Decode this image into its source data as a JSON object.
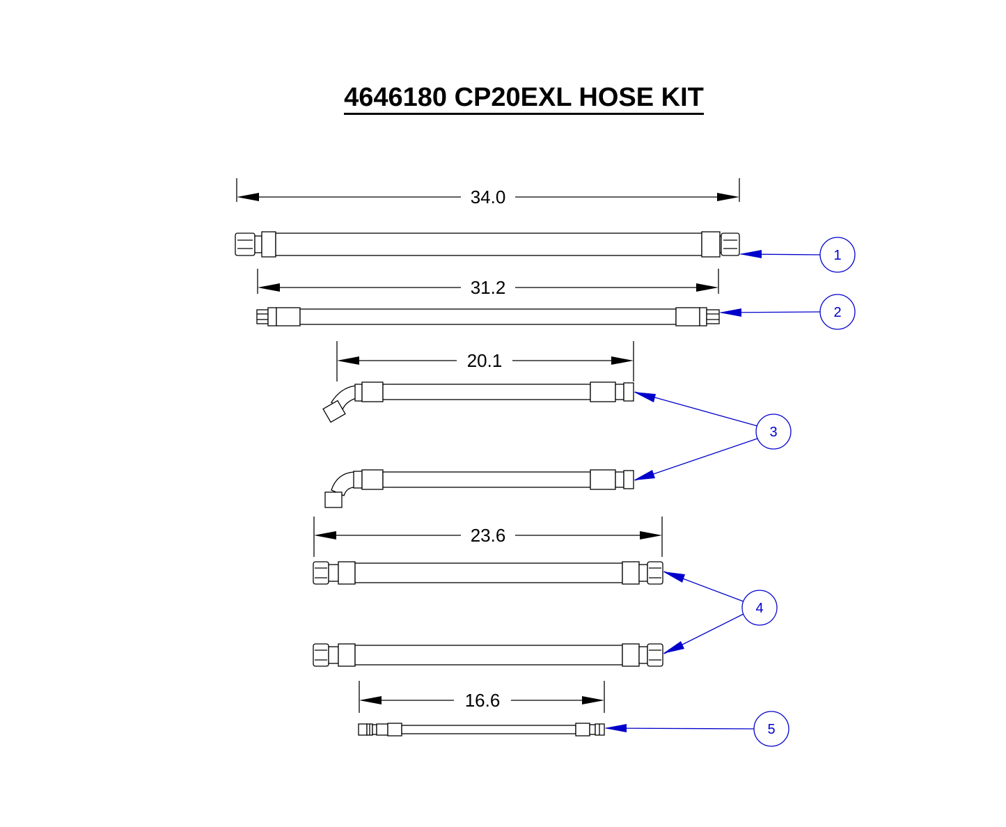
{
  "title": "4646180 CP20EXL HOSE KIT",
  "dimensions": [
    "34.0",
    "31.2",
    "20.1",
    "23.6",
    "16.6"
  ],
  "balloons": [
    "1",
    "2",
    "3",
    "4",
    "5"
  ],
  "colors": {
    "callout": "#0000cc",
    "line": "#000000"
  }
}
